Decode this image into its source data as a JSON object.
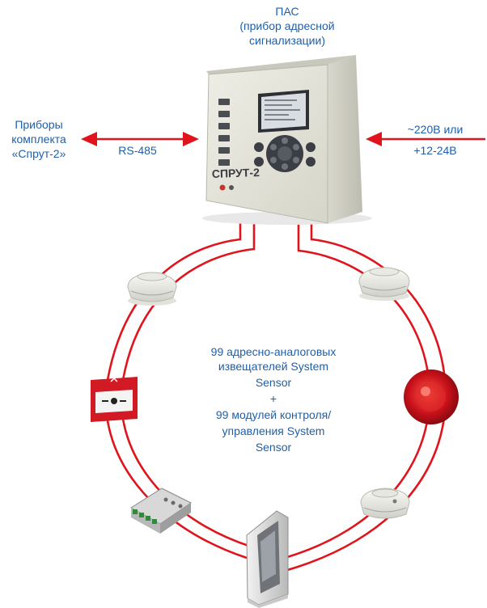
{
  "panel": {
    "title": "ПАС",
    "subtitle_line1": "(прибор адресной",
    "subtitle_line2": "сигнализации)",
    "brand": "СПРУТ-2"
  },
  "left": {
    "line1": "Приборы",
    "line2": "комплекта",
    "line3": "«Спрут-2»",
    "interface": "RS-485"
  },
  "power": {
    "line1": "~220В или",
    "line2": "+12-24В"
  },
  "center": {
    "line1": "99 адресно-аналоговых",
    "line2": "извещателей System",
    "line3": "Sensor",
    "line4": "+",
    "line5": "99 модулей контроля/",
    "line6": "управления System",
    "line7": "Sensor"
  },
  "colors": {
    "text": "#1f5fa8",
    "loop": "#e0141c",
    "panel": "#e4e3d8"
  }
}
